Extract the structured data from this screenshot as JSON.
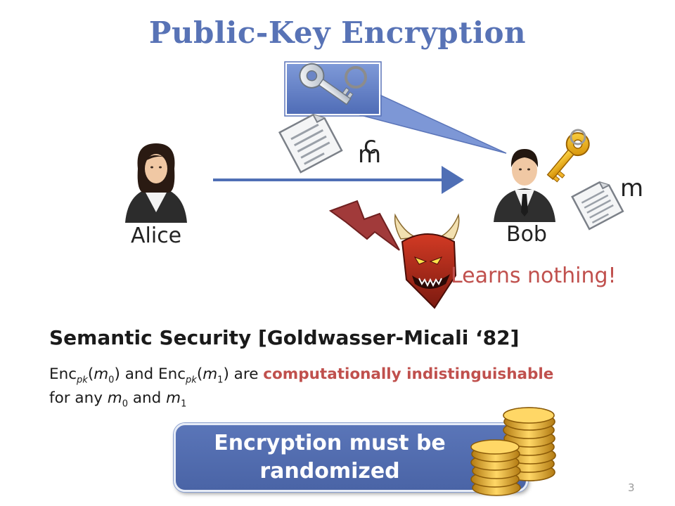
{
  "slide": {
    "title": "Public-Key Encryption",
    "number": "3"
  },
  "scene": {
    "alice_label": "Alice",
    "bob_label": "Bob",
    "ciphertext_label": "m",
    "ciphertext_overlay": "c",
    "plaintext_label": "m",
    "adversary_caption": "Learns nothing!",
    "icons": [
      "alice-avatar-icon",
      "bob-avatar-icon",
      "public-key-icon",
      "secret-key-icon",
      "document-icon",
      "lightning-bolt-icon",
      "devil-adversary-icon",
      "coin-stack-icon"
    ]
  },
  "definition": {
    "heading": "Semantic Security [Goldwasser-Micali ‘82]",
    "enc": "Enc",
    "pk": "pk",
    "m": "m",
    "sub0": "0",
    "sub1": "1",
    "and": "and",
    "are": "are",
    "highlight": "computationally indistinguishable",
    "for_any": "for any",
    "highlight_color": "#c0504d"
  },
  "callout": {
    "text": "Encryption must be randomized"
  },
  "colors": {
    "title": "#5873b6",
    "accent_blue": "#4a64a6",
    "arrow": "#4f6fb5"
  }
}
